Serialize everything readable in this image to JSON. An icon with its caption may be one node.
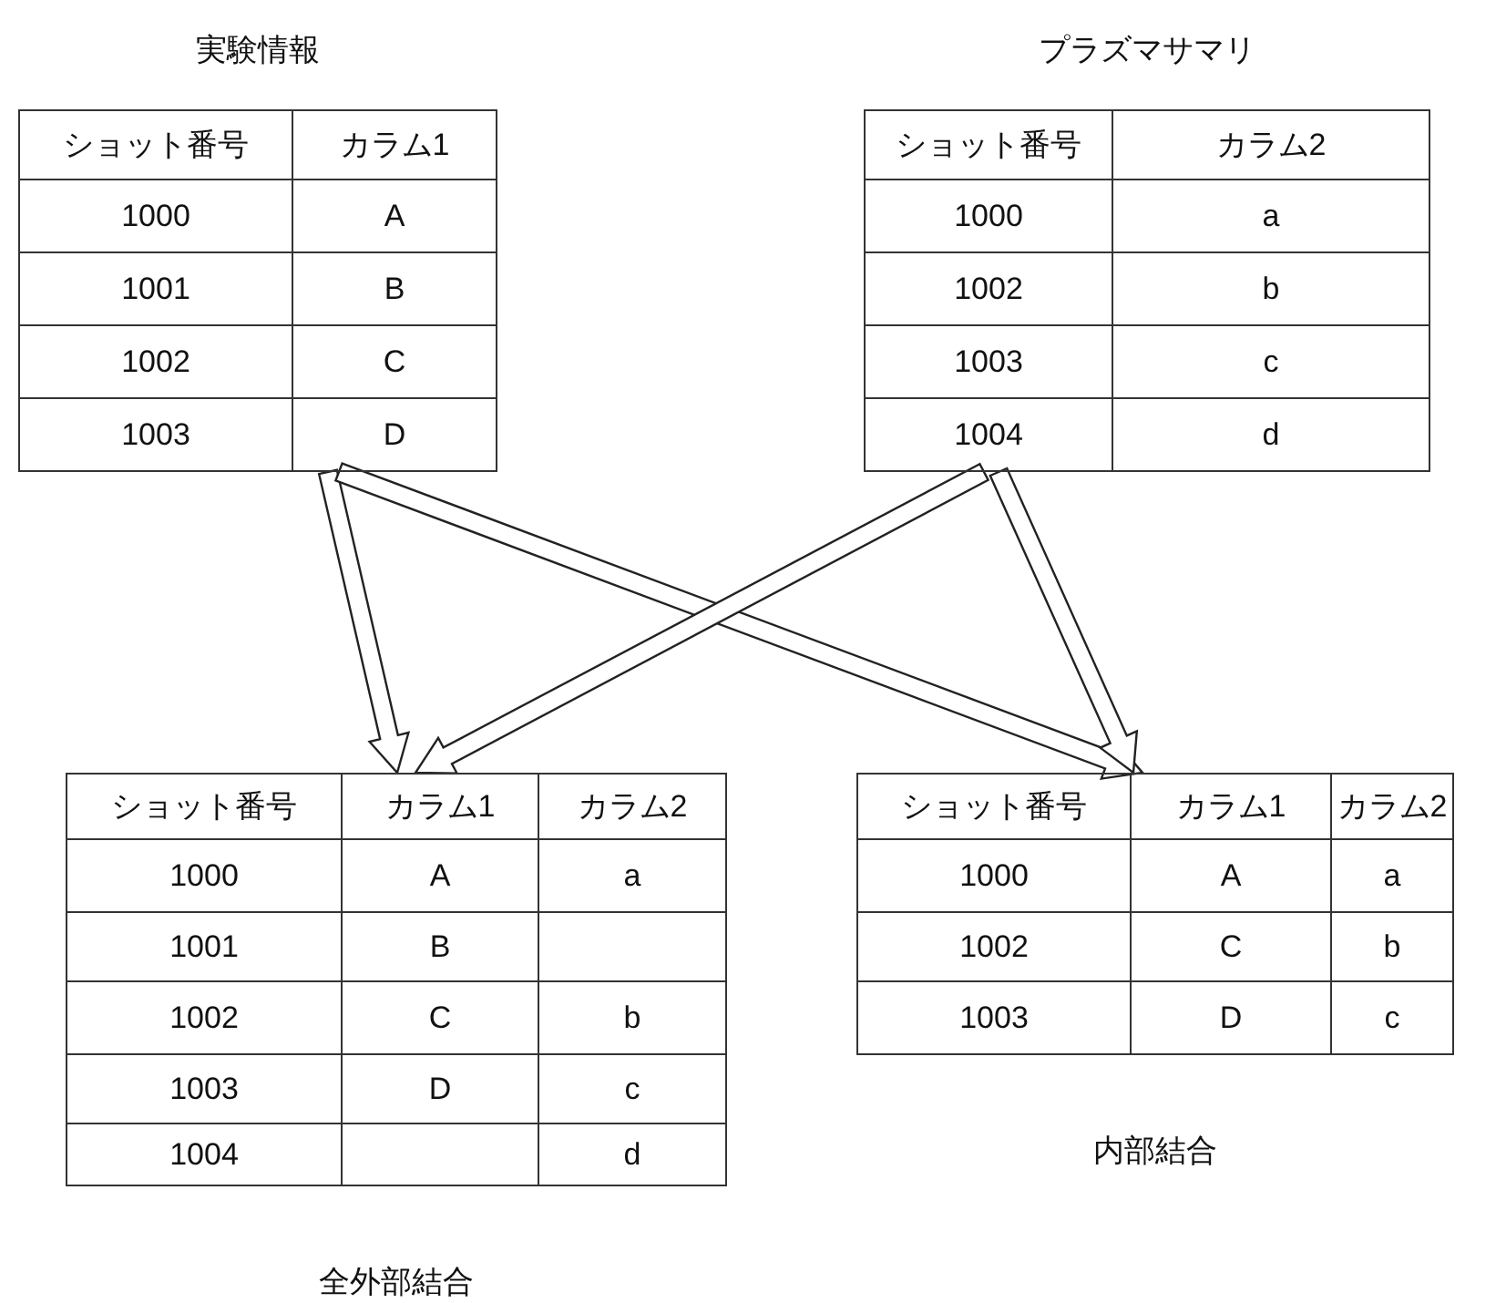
{
  "diagram": {
    "nodes": [
      {
        "text": [
          "実験情報"
        ]
      },
      {
        "text": [
          "ショット番号"
        ],
        "in": 0
      },
      {
        "text": [
          "カラム1"
        ],
        "in": 0
      },
      {
        "text": [
          "1000"
        ],
        "in": 0
      },
      {
        "text": [
          "A"
        ],
        "in": 0
      },
      {
        "text": [
          "1001"
        ],
        "in": 0
      },
      {
        "text": [
          "B"
        ],
        "in": 0
      },
      {
        "text": [
          "1002"
        ],
        "in": 0
      },
      {
        "text": [
          "C"
        ],
        "in": 0
      },
      {
        "text": [
          "1003"
        ],
        "in": 0
      },
      {
        "text": [
          "D"
        ],
        "in": 0
      },
      {
        "text": [
          "プラズマサマリ"
        ]
      },
      {
        "text": [
          "ショット番号"
        ],
        "in": 11
      },
      {
        "text": [
          "カラム2"
        ],
        "in": 11
      },
      {
        "text": [
          "1000"
        ],
        "in": 11
      },
      {
        "text": [
          "a"
        ],
        "in": 11
      },
      {
        "text": [
          "1002"
        ],
        "in": 11
      },
      {
        "text": [
          "b"
        ],
        "in": 11
      },
      {
        "text": [
          "1003"
        ],
        "in": 11
      },
      {
        "text": [
          "c"
        ],
        "in": 11
      },
      {
        "text": [
          "1004"
        ],
        "in": 11
      },
      {
        "text": [
          "d"
        ],
        "in": 11
      },
      {
        "text": [
          "全外部結合"
        ]
      },
      {
        "text": [
          "ショット番号"
        ],
        "in": 22
      },
      {
        "text": [
          "カラム1"
        ],
        "in": 22
      },
      {
        "text": [
          "カラム2"
        ],
        "in": 22
      },
      {
        "text": [
          "1000"
        ],
        "in": 22
      },
      {
        "text": [
          "A"
        ],
        "in": 22
      },
      {
        "text": [
          "a"
        ],
        "in": 22
      },
      {
        "text": [
          "1001"
        ],
        "in": 22
      },
      {
        "text": [
          "B"
        ],
        "in": 22
      },
      {
        "text": [],
        "shape": "box",
        "in": 22
      },
      {
        "text": [
          "1002"
        ],
        "in": 22
      },
      {
        "text": [
          "C"
        ],
        "in": 22
      },
      {
        "text": [
          "b"
        ],
        "in": 22
      },
      {
        "text": [
          "1003"
        ],
        "in": 22
      },
      {
        "text": [
          "D"
        ],
        "in": 22
      },
      {
        "text": [
          "c"
        ],
        "in": 22
      },
      {
        "text": [
          "1004"
        ],
        "in": 22
      },
      {
        "text": [],
        "shape": "box",
        "in": 22
      },
      {
        "text": [
          "d"
        ],
        "in": 22
      },
      {
        "text": [
          "内部結合"
        ]
      },
      {
        "text": [
          "ショット番号"
        ],
        "in": 41
      },
      {
        "text": [
          "カラム1"
        ],
        "in": 41
      },
      {
        "text": [
          "カラム2"
        ],
        "in": 41
      },
      {
        "text": [
          "1000"
        ],
        "in": 41
      },
      {
        "text": [
          "A"
        ],
        "in": 41
      },
      {
        "text": [
          "a"
        ],
        "in": 41
      },
      {
        "text": [
          "1002"
        ],
        "in": 41
      },
      {
        "text": [
          "C"
        ],
        "in": 41
      },
      {
        "text": [
          "b"
        ],
        "in": 41
      },
      {
        "text": [
          "1003"
        ],
        "in": 41
      },
      {
        "text": [
          "D"
        ],
        "in": 41
      },
      {
        "text": [
          "c"
        ],
        "in": 41
      }
    ],
    "edges": [
      {
        "from": 0,
        "to": 22,
        "arrow": "to"
      },
      {
        "from": 0,
        "to": 41,
        "arrow": "to"
      },
      {
        "from": 11,
        "to": 22,
        "arrow": "to"
      },
      {
        "from": 11,
        "to": 41,
        "arrow": "to"
      }
    ]
  }
}
